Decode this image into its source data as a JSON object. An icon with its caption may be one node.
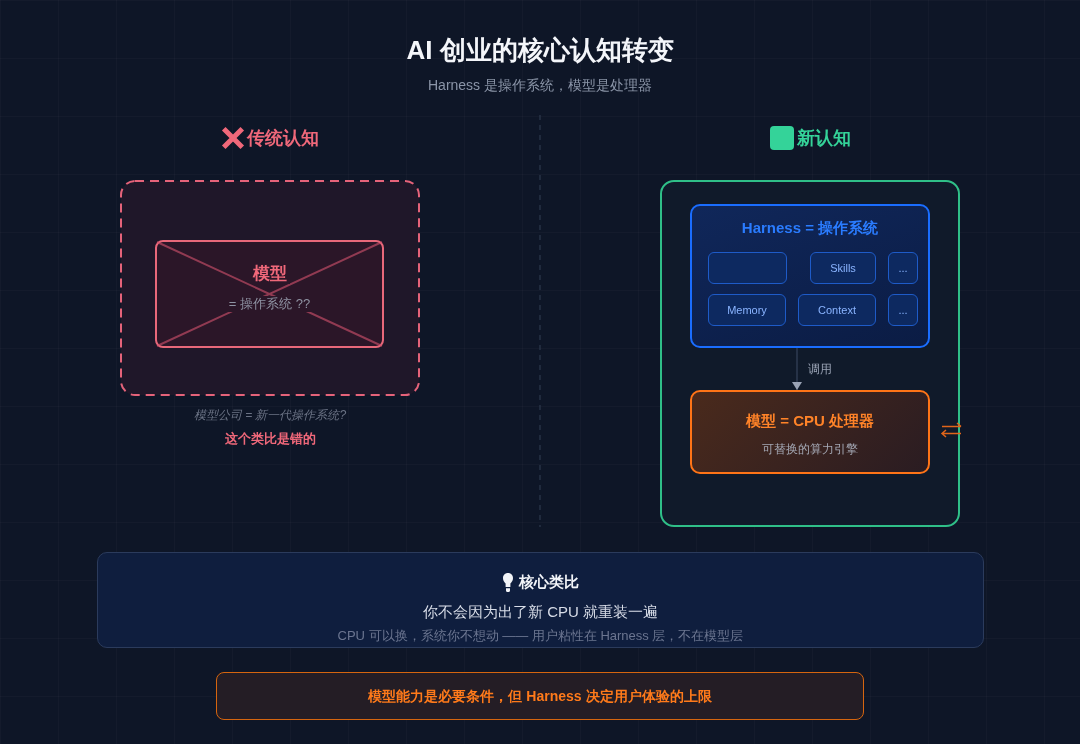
{
  "diagram": {
    "title": "AI 创业的核心认知转变",
    "nodes": [
      {
        "text": [
          "传统认知"
        ],
        "beside": [
          "模型公司 = 新一代操作系统?",
          "这个类比是错的"
        ]
      },
      {
        "text": [
          "模型",
          "= 操作系统 ??"
        ],
        "in": 0
      },
      {
        "text": [
          "新认知"
        ]
      },
      {
        "text": [
          "Harness = 操作系统"
        ],
        "in": 2
      },
      {
        "text": [],
        "shape": "box",
        "in": 3
      },
      {
        "text": [
          "Skills"
        ],
        "in": 3
      },
      {
        "text": [
          "..."
        ],
        "in": 3
      },
      {
        "text": [
          "Memory"
        ],
        "in": 3
      },
      {
        "text": [
          "Context"
        ],
        "in": 3
      },
      {
        "text": [
          "..."
        ],
        "in": 3
      },
      {
        "text": [
          "模型 = CPU 处理器",
          "可替换的算力引擎"
        ],
        "in": 2
      },
      {
        "text": [
          "核心类比",
          "你不会因为出了新 CPU 就重装一遍",
          "CPU 可以换，系统你不想动 —— 用户粘性在 Harness 层，不在模型层"
        ]
      },
      {
        "text": [
          "模型能力是必要条件，但 Harness 决定用户体验的上限"
        ]
      }
    ],
    "edges": [
      {
        "from": 3,
        "to": 10,
        "arrow": "to",
        "label": "调用"
      }
    ],
    "labels": [
      "Harness 是操作系统，模型是处理器"
    ]
  }
}
